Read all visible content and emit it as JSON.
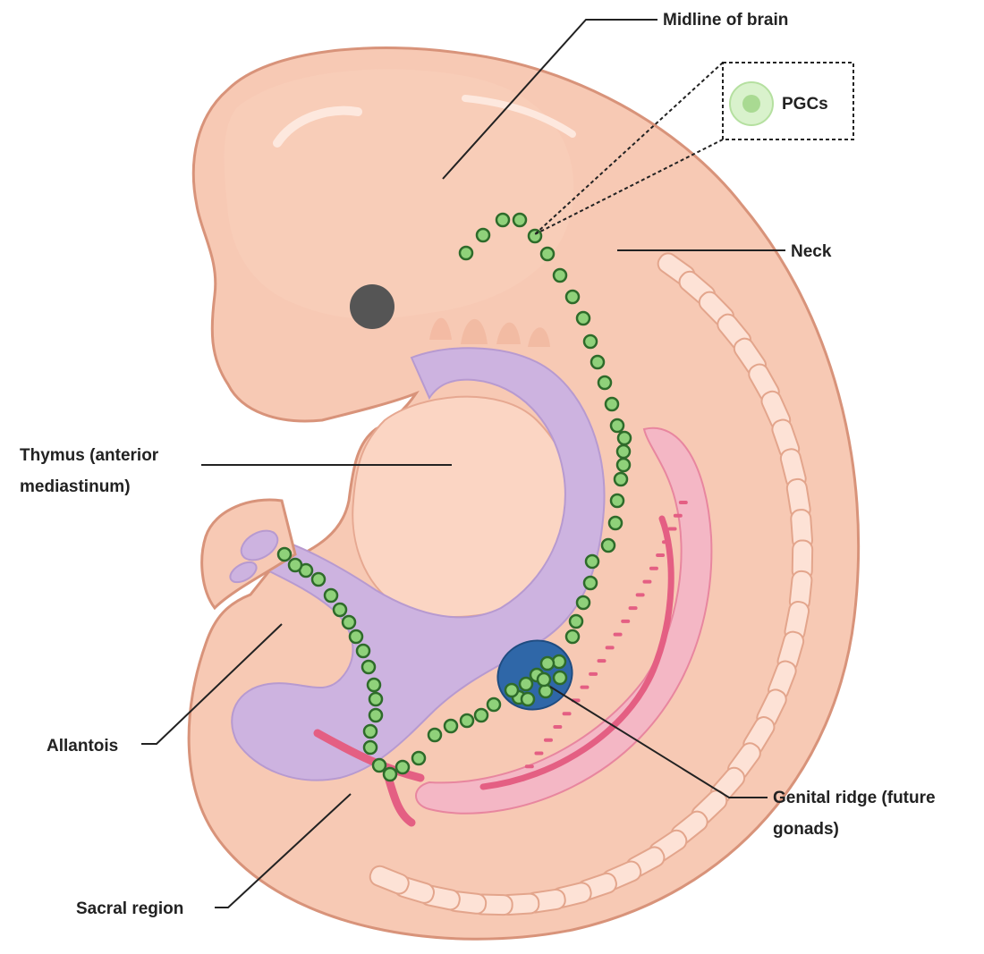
{
  "labels": {
    "midline_of_brain": "Midline of brain",
    "pgcs": "PGCs",
    "neck": "Neck",
    "thymus_line1": "Thymus (anterior",
    "thymus_line2": "mediastinum)",
    "allantois": "Allantois",
    "genital_ridge_line1": "Genital ridge (future",
    "genital_ridge_line2": "gonads)",
    "sacral_region": "Sacral region"
  },
  "colors": {
    "embryo_fill": "#f7c9b4",
    "embryo_outline": "#d8937a",
    "body_light": "#fbd8c7",
    "somite_fill": "#fde2d6",
    "gut_fill": "#cdb3e0",
    "gut_outline": "#b79ad0",
    "neural_tube_fill": "#f4a7b9",
    "neural_tube_dark": "#e45f83",
    "pgc_fill": "#8fd17a",
    "pgc_outline": "#2e6b2a",
    "gonad_fill": "#2f67a8",
    "eye_fill": "#555555",
    "leader_line": "#222222"
  },
  "icons": {
    "eye": "eye-icon",
    "pgc": "pgc-cell-icon"
  }
}
